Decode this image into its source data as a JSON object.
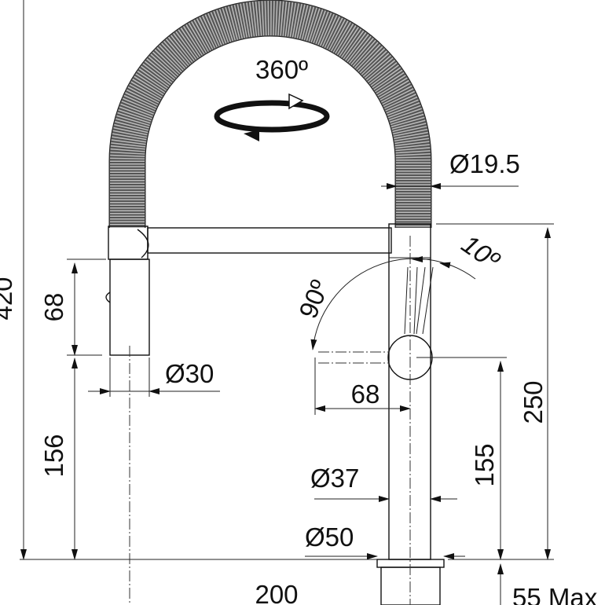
{
  "title": "Faucet dimension drawing",
  "labels": {
    "rotation": "360º",
    "hose_diameter": "Ø19.5",
    "total_height": "420",
    "pullout_length": "68",
    "sprayhead_height": "156",
    "sprayhead_diameter": "Ø30",
    "lever_angle_90": "90º",
    "lever_angle_10": "10º",
    "lever_length": "68",
    "body_height": "250",
    "lever_height": "155",
    "body_diameter": "Ø37",
    "base_diameter": "Ø50",
    "reach": "200",
    "max_deck": "55 Max"
  },
  "colors": {
    "line": "#111111",
    "hose": "#777777"
  }
}
